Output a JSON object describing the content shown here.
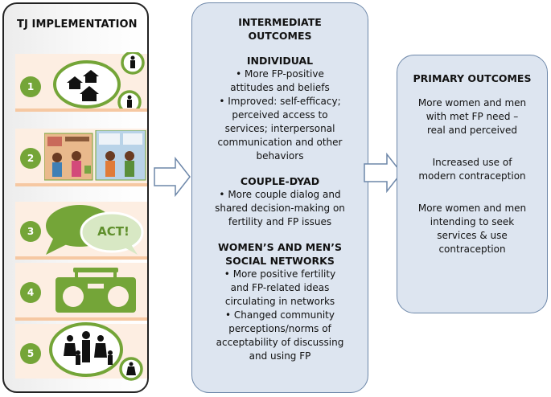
{
  "left_panel": {
    "title": "TJ IMPLEMENTATION",
    "steps": [
      {
        "number": "1",
        "icon": "houses-and-people-icon"
      },
      {
        "number": "2",
        "icon": "illustrated-materials-icon"
      },
      {
        "number": "3",
        "icon": "speech-bubbles-icon",
        "bubble_text": "ACT!"
      },
      {
        "number": "4",
        "icon": "radio-icon"
      },
      {
        "number": "5",
        "icon": "family-group-icon"
      }
    ]
  },
  "middle_panel": {
    "title_line1": "INTERMEDIATE",
    "title_line2": "OUTCOMES",
    "individual": {
      "heading": "INDIVIDUAL",
      "lines": [
        "• More FP-positive",
        "attitudes and beliefs",
        "• Improved: self-efficacy;",
        "perceived access to",
        "services; interpersonal",
        "communication and other",
        "behaviors"
      ]
    },
    "couple": {
      "heading": "COUPLE-DYAD",
      "lines": [
        "• More couple dialog and",
        "shared decision-making on",
        "fertility and FP issues"
      ]
    },
    "networks": {
      "heading_line1": "WOMEN’S AND MEN’S",
      "heading_line2": "SOCIAL NETWORKS",
      "lines": [
        "• More positive fertility",
        "and FP-related ideas",
        "circulating in networks",
        "• Changed community",
        "perceptions/norms of",
        "acceptability of discussing",
        "and using FP"
      ]
    }
  },
  "right_panel": {
    "title": "PRIMARY OUTCOMES",
    "outcome1": [
      "More women and men",
      "with met FP need –",
      "real and perceived"
    ],
    "outcome2": [
      "Increased use of",
      "modern contraception"
    ],
    "outcome3": [
      "More women and men",
      "intending to seek",
      "services & use",
      "contraception"
    ]
  },
  "colors": {
    "green": "#74a538",
    "panel_fill": "#dde5f0",
    "panel_border": "#6d87a9",
    "step_fill": "#fdeee2"
  }
}
